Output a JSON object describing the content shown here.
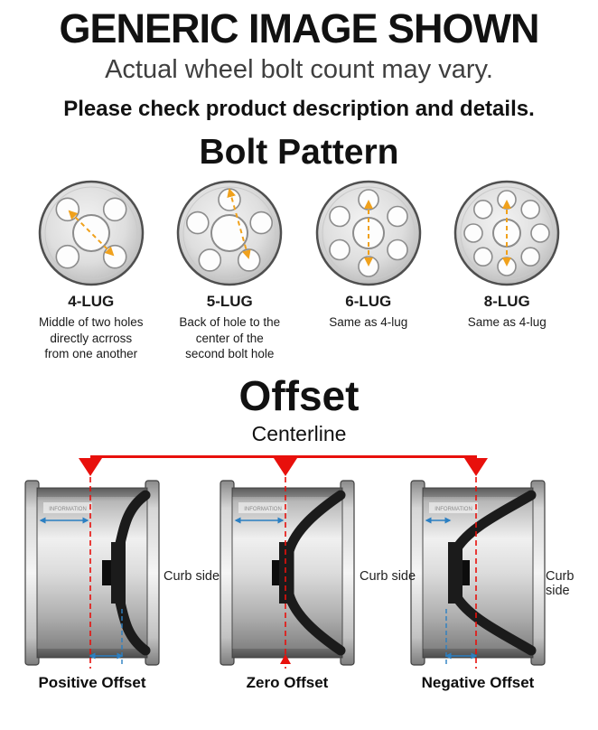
{
  "header": {
    "title": "GENERIC IMAGE SHOWN",
    "subtitle": "Actual wheel bolt count may vary.",
    "note": "Please check product description and details."
  },
  "bolt_pattern": {
    "title": "Bolt Pattern",
    "items": [
      {
        "label": "4-LUG",
        "description": "Middle of two holes directly acrross from one another"
      },
      {
        "label": "5-LUG",
        "description": "Back of hole to the center of the second bolt hole"
      },
      {
        "label": "6-LUG",
        "description": "Same as 4-lug"
      },
      {
        "label": "8-LUG",
        "description": "Same as 4-lug"
      }
    ]
  },
  "offset": {
    "title": "Offset",
    "centerline_label": "Centerline",
    "curb_side_label": "Curb side",
    "watermark": "INFORMATION",
    "wheels": [
      {
        "label": "Positive Offset"
      },
      {
        "label": "Zero Offset"
      },
      {
        "label": "Negative Offset"
      }
    ]
  },
  "colors": {
    "accent_red": "#e8100c",
    "accent_orange": "#f0a11c",
    "accent_blue": "#2b7fc2",
    "text_gray": "#3f3f3f"
  }
}
